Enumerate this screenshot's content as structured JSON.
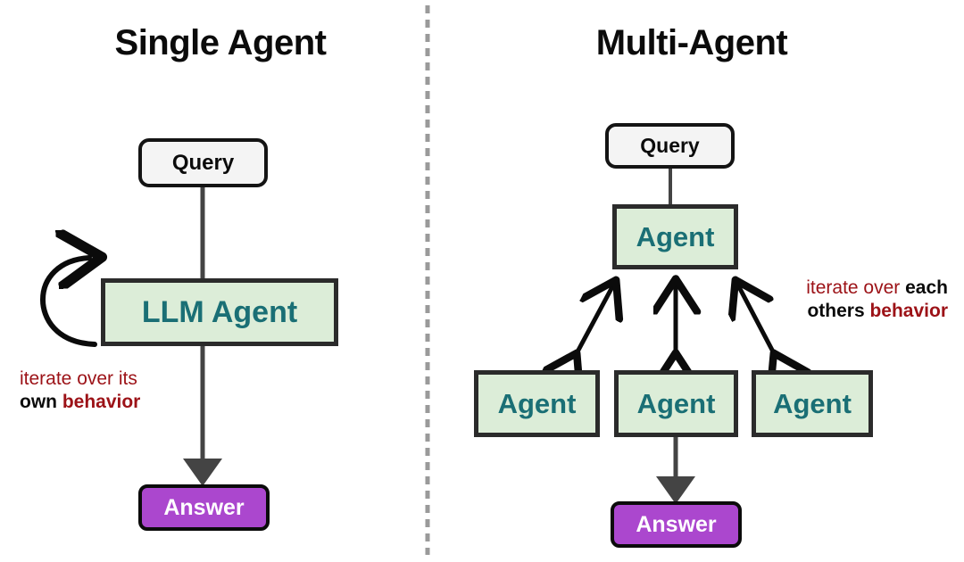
{
  "figure": {
    "background_color": "#ffffff",
    "divider": {
      "name": "vertical-dashed-divider",
      "color": "#9a9a9a"
    }
  },
  "palette": {
    "query_fill": "#f4f4f4",
    "agent_fill": "#dcedd8",
    "agent_text": "#1a6f75",
    "answer_fill": "#ab47ce",
    "answer_text": "#ffffff",
    "outline": "#2b2b2b",
    "annotation_red": "#9c1217",
    "annotation_black": "#0b0b0b",
    "connector": "#444444"
  },
  "panels": [
    {
      "id": "single-agent",
      "title": "Single Agent",
      "nodes": {
        "query": "Query",
        "agent": "LLM Agent",
        "answer": "Answer"
      },
      "annotation": {
        "line1": {
          "red": "iterate over its"
        },
        "line2": {
          "black_bold": "own ",
          "red_bold": "behavior"
        }
      },
      "edges": [
        {
          "name": "query-to-agent",
          "from": "Query",
          "to": "LLM Agent",
          "style": "line"
        },
        {
          "name": "agent-self-loop",
          "from": "LLM Agent",
          "to": "LLM Agent",
          "style": "curved-arrow"
        },
        {
          "name": "agent-to-answer",
          "from": "LLM Agent",
          "to": "Answer",
          "style": "arrow"
        }
      ]
    },
    {
      "id": "multi-agent",
      "title": "Multi-Agent",
      "nodes": {
        "query": "Query",
        "lead_agent": "Agent",
        "sub_agents": [
          "Agent",
          "Agent",
          "Agent"
        ],
        "answer": "Answer"
      },
      "annotation": {
        "line1": {
          "red": "iterate over ",
          "black_bold": "each"
        },
        "line2": {
          "black_bold": "others ",
          "red_bold": "behavior"
        }
      },
      "edges": [
        {
          "name": "query-to-lead-agent",
          "from": "Query",
          "to": "Agent",
          "style": "line"
        },
        {
          "name": "lead-to-agent-1",
          "from": "Agent",
          "to": "Agent",
          "style": "double-arrow"
        },
        {
          "name": "lead-to-agent-2",
          "from": "Agent",
          "to": "Agent",
          "style": "double-arrow"
        },
        {
          "name": "lead-to-agent-3",
          "from": "Agent",
          "to": "Agent",
          "style": "double-arrow"
        },
        {
          "name": "agent-to-answer",
          "from": "Agent",
          "to": "Answer",
          "style": "arrow"
        }
      ]
    }
  ]
}
